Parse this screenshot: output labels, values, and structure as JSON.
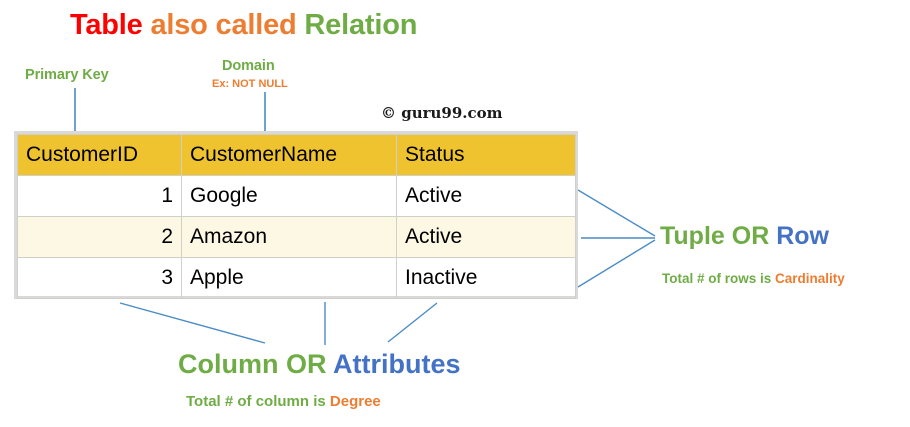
{
  "colors": {
    "red": "#FF0000",
    "orange": "#ED7D31",
    "green": "#6FAC46",
    "blue": "#4472C4",
    "connector_blue": "#4A8CC4",
    "header_yellow": "#EFC32F",
    "alt_row": "#FDF8E3",
    "table_border": "#d9d9d9"
  },
  "title": {
    "part1": "Table",
    "part2": " also called ",
    "part3": "Relation"
  },
  "callouts": {
    "primary_key": "Primary Key",
    "domain": "Domain",
    "domain_example": "Ex: NOT NULL"
  },
  "watermark": "© guru99.com",
  "table": {
    "columns": [
      "CustomerID",
      "CustomerName",
      "Status"
    ],
    "rows": [
      {
        "CustomerID": "1",
        "CustomerName": "Google",
        "Status": "Active"
      },
      {
        "CustomerID": "2",
        "CustomerName": "Amazon",
        "Status": "Active"
      },
      {
        "CustomerID": "3",
        "CustomerName": "Apple",
        "Status": "Inactive"
      }
    ]
  },
  "annotations": {
    "tuple": {
      "part1": "Tuple OR ",
      "part2": "Row",
      "sub_part1": "Total # of rows is ",
      "sub_part2": "Cardinality"
    },
    "column": {
      "part1": "Column OR  ",
      "part2": "Attributes",
      "sub_part1": "Total # of column is ",
      "sub_part2": "Degree"
    }
  }
}
